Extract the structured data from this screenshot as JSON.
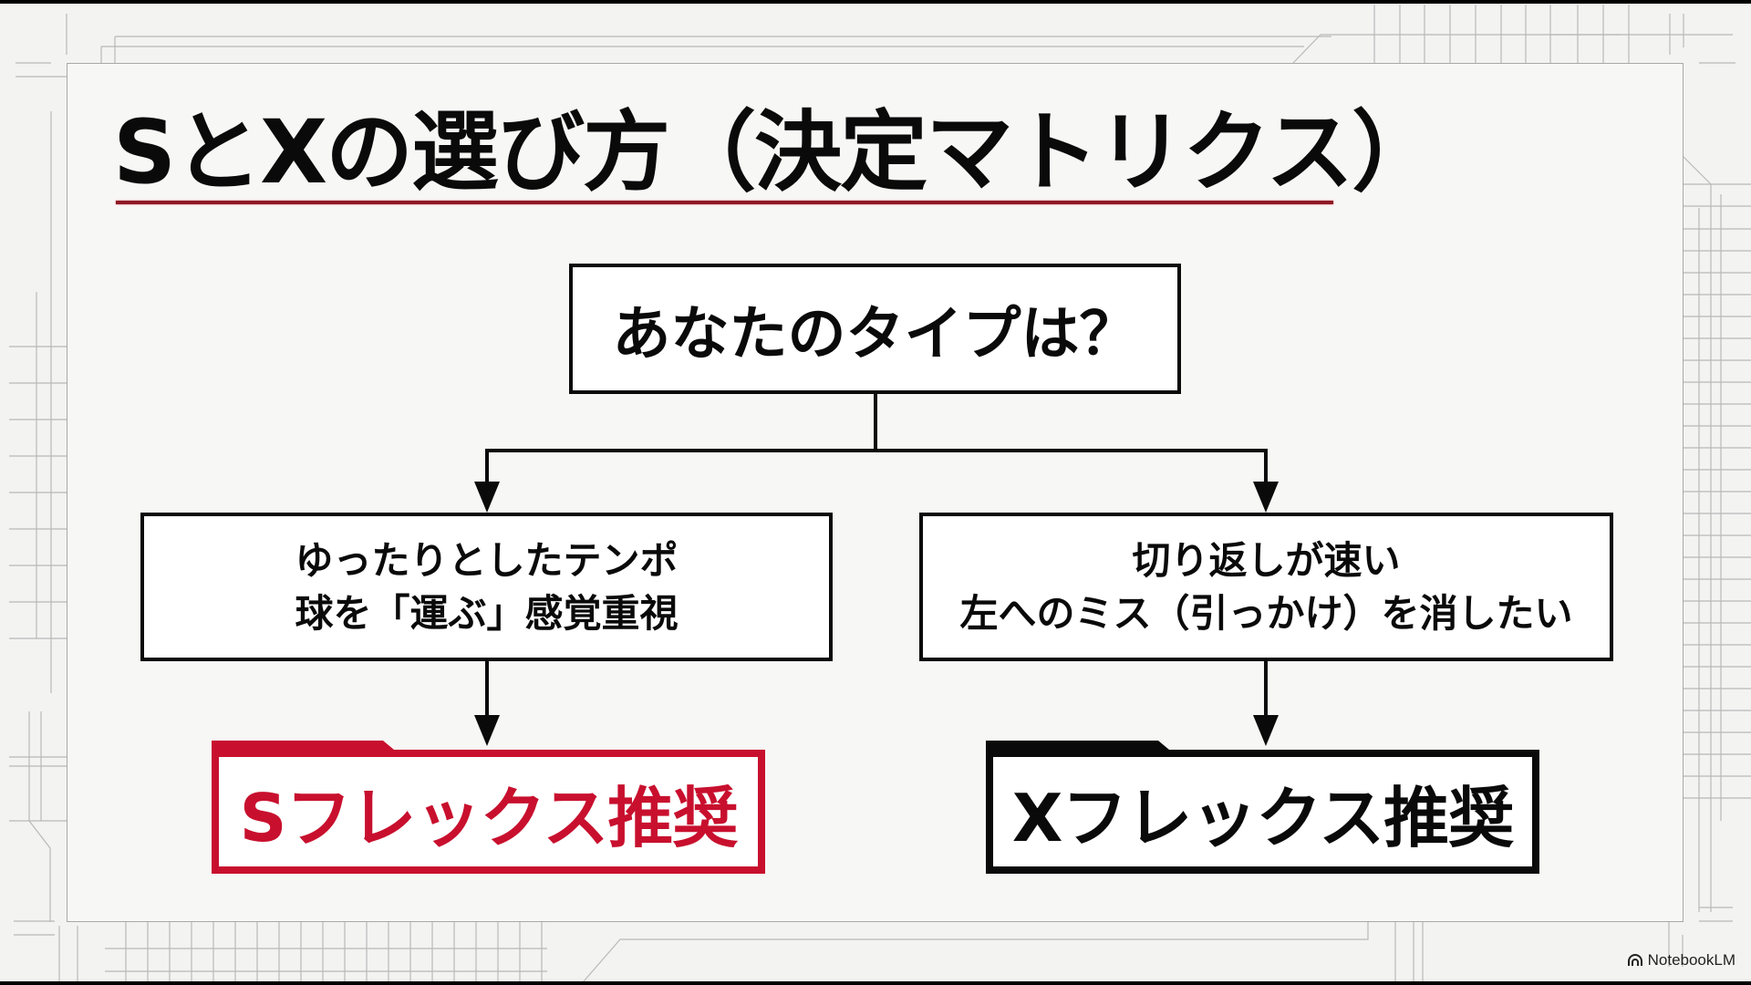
{
  "slide": {
    "title": "SとXの選び方（決定マトリクス）",
    "accent_color": "#c8102e",
    "text_color": "#0a0a0a",
    "background_color": "#f3f3f2"
  },
  "flowchart": {
    "question": "あなたのタイプは？",
    "branches": [
      {
        "condition_lines": [
          "ゆったりとしたテンポ",
          "球を「運ぶ」感覚重視"
        ],
        "recommendation": "Sフレックス推奨",
        "color": "#c8102e"
      },
      {
        "condition_lines": [
          "切り返しが速い",
          "左へのミス（引っかけ）を消したい"
        ],
        "recommendation": "Xフレックス推奨",
        "color": "#0a0a0a"
      }
    ]
  },
  "footer": {
    "brand_icon": "notebooklm-logo-icon",
    "brand_label": "NotebookLM"
  }
}
